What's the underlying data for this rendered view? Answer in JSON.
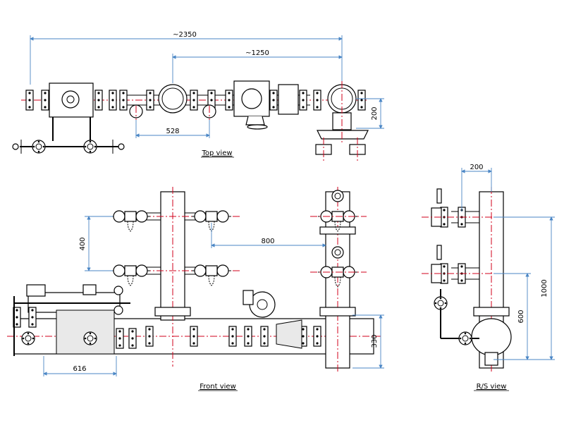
{
  "views": {
    "top": {
      "title": "Top view"
    },
    "front": {
      "title": "Front view"
    },
    "side": {
      "title": "R/S view"
    }
  },
  "dimensions": {
    "top_overall": "~2350",
    "top_mid": "~1250",
    "top_528": "528",
    "top_200": "200",
    "front_400": "400",
    "front_800": "800",
    "front_616": "616",
    "front_330": "330",
    "side_200": "200",
    "side_1000": "1000",
    "side_600": "600"
  },
  "colors": {
    "line": "#000000",
    "dimension": "#4a86c5",
    "centerline": "#d0021b"
  }
}
